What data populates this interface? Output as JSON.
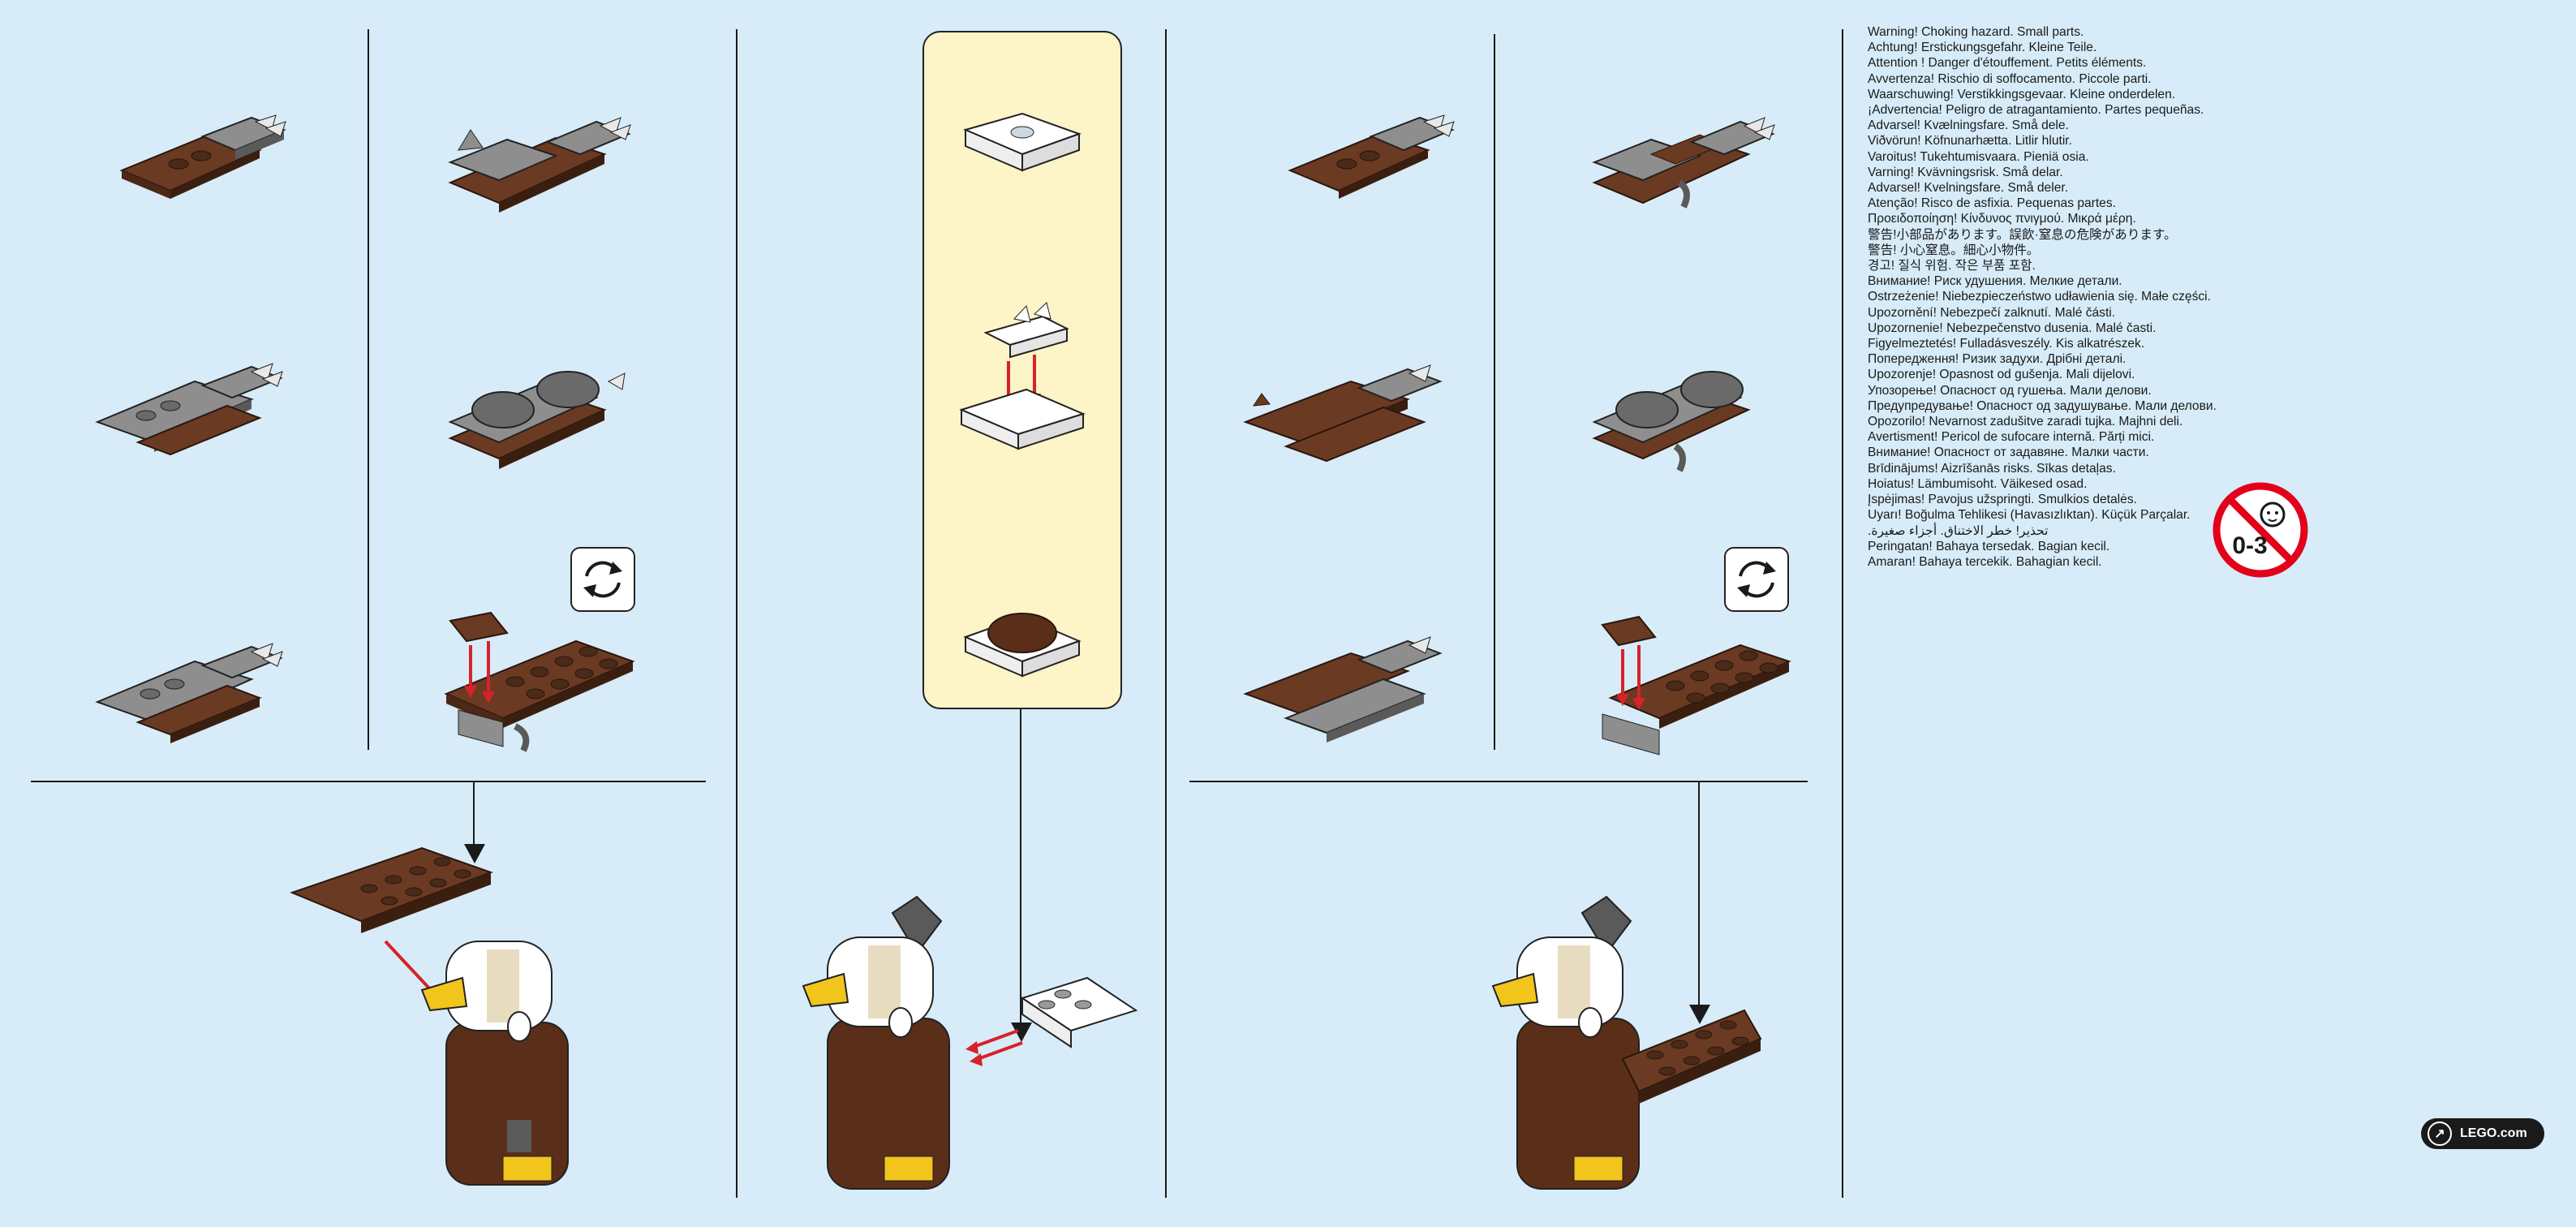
{
  "warnings": [
    "Warning! Choking hazard. Small parts.",
    "Achtung! Erstickungsgefahr. Kleine Teile.",
    "Attention ! Danger d'étouffement. Petits éléments.",
    "Avvertenza! Rischio di soffocamento. Piccole parti.",
    "Waarschuwing! Verstikkingsgevaar. Kleine onderdelen.",
    "¡Advertencia! Peligro de atragantamiento. Partes pequeñas.",
    "Advarsel! Kvælningsfare. Små dele.",
    "Viðvörun! Köfnunarhætta. Litlir hlutir.",
    "Varoitus! Tukehtumisvaara. Pieniä osia.",
    "Varning! Kvävningsrisk. Små delar.",
    "Advarsel! Kvelningsfare. Små deler.",
    "Atenção! Risco de asfixia. Pequenas partes.",
    "Προειδοποίηση! Κίνδυνος πνιγμού. Μικρά μέρη.",
    "警告!小部品があります。誤飲·窒息の危険があります。",
    "警告! 小心窒息。細心小物件。",
    "경고! 질식 위험. 작은 부품 포함.",
    "Внимание! Риск удушения. Мелкие детали.",
    "Ostrzeżenie! Niebezpieczeństwo udławienia się. Małe części.",
    "Upozornění! Nebezpečí zalknutí. Malé části.",
    "Upozornenie! Nebezpečenstvo dusenia. Malé časti.",
    "Figyelmeztetés! Fulladásveszély. Kis alkatrészek.",
    "Попередження! Ризик задухи. Дрібні деталі.",
    "Upozorenje! Opasnost od gušenja. Mali dijelovi.",
    "Упозорење! Опасност од гушења. Мали делови.",
    "Предупредување! Опасност од задушување. Мали делови.",
    "Opozorilo! Nevarnost zadušitve zaradi tujka. Majhni deli.",
    "Avertisment! Pericol de sufocare internă. Părți mici.",
    "Внимание! Опасност от задавяне. Малки части.",
    "Brīdinājums! Aizrīšanās risks. Sīkas detaļas.",
    "Hoiatus! Lämbumisoht. Väikesed osad.",
    "Įspėjimas! Pavojus užspringti. Smulkios detalės.",
    "Uyarı! Boğulma Tehlikesi (Havasızlıktan). Küçük Parçalar.",
    "تحذير! خطر الاختناق. أجزاء صغيرة.",
    "Peringatan! Bahaya tersedak. Bagian kecil.",
    "Amaran! Bahaya tercekik. Bahagian kecil."
  ],
  "age_sign": {
    "label": "0-3",
    "color": "#e3001b"
  },
  "lego_badge": {
    "label": "LEGO.com"
  },
  "icons": {
    "rotate": "rotate-arrows-icon",
    "no_small_children": "no-children-icon",
    "arrow": "arrow-link-icon"
  },
  "colors": {
    "background": "#d7ecf8",
    "callout": "#fdf4c8",
    "brown": "#6b3a22",
    "gray": "#8e8e8e",
    "dark_gray": "#5a5a5a",
    "white": "#ffffff",
    "yellow": "#f2c51c",
    "red_arrow": "#d5232a"
  }
}
